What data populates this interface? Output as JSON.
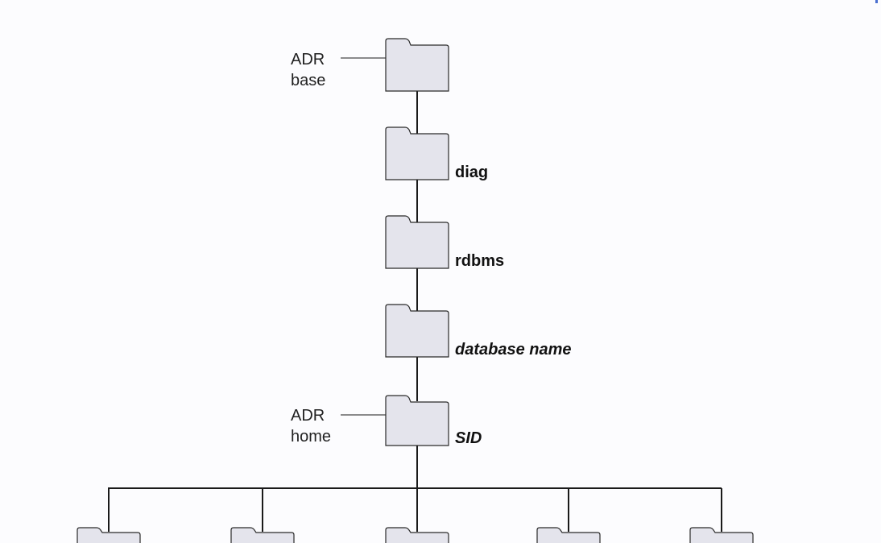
{
  "nodes": {
    "adr_base": {
      "line1": "ADR",
      "line2": "base"
    },
    "diag": "diag",
    "rdbms": "rdbms",
    "database_name": "database name",
    "sid": "SID",
    "adr_home": {
      "line1": "ADR",
      "line2": "home"
    }
  },
  "colors": {
    "folder_fill": "#e4e4ec",
    "line": "#1a1a1a",
    "background": "#fcfcfe"
  }
}
